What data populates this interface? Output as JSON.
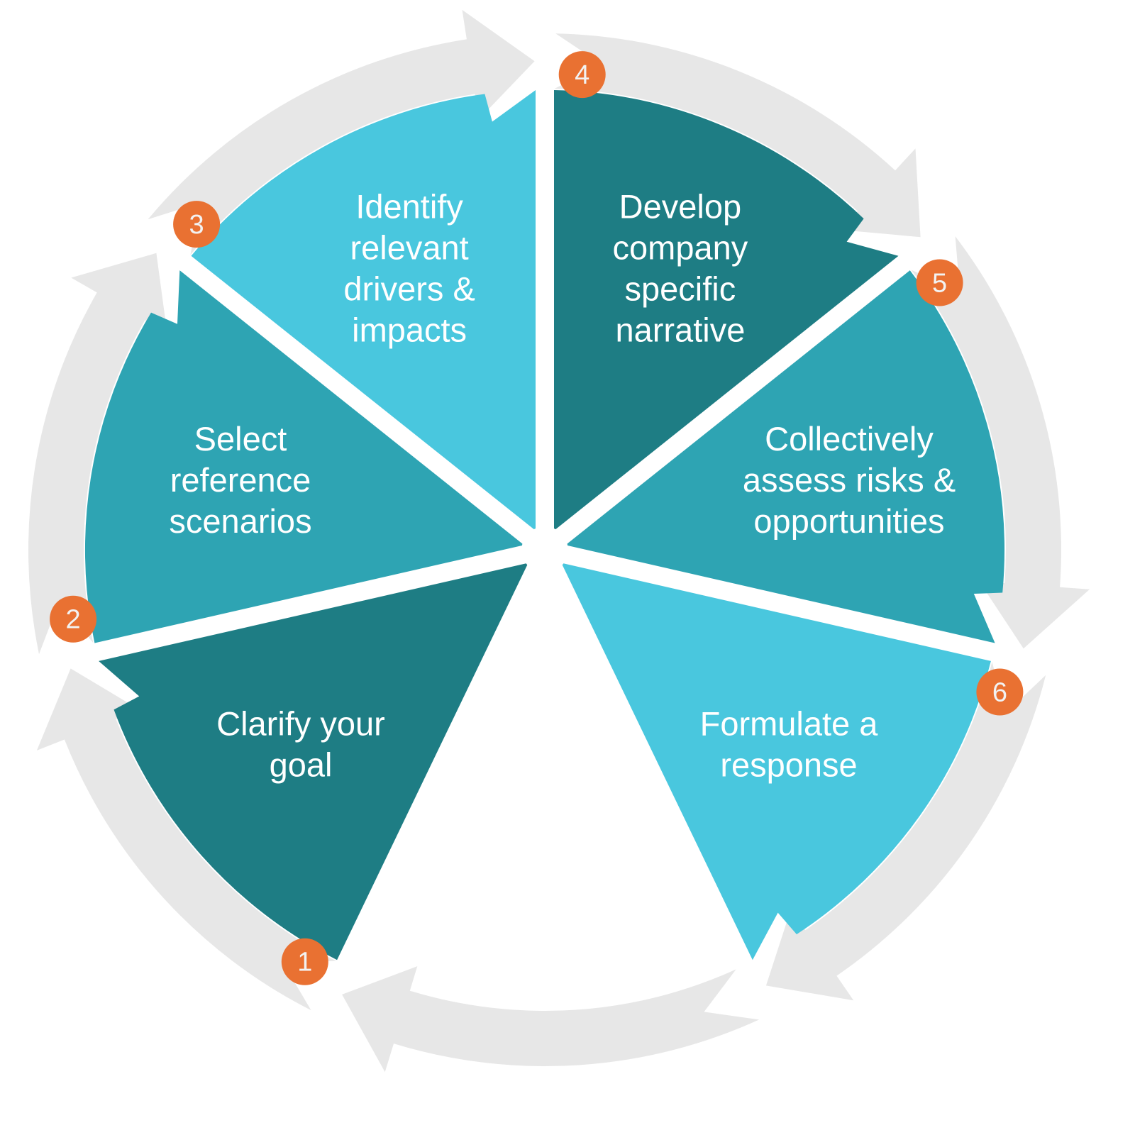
{
  "diagram": {
    "type": "circular-process-cycle",
    "direction": "clockwise",
    "colors": {
      "ring_arrow": "#e7e7e7",
      "badge": "#e97132",
      "badge_text": "#f2f2f2",
      "label_text": "#ffffff",
      "dark_teal": "#1e7d84",
      "mid_teal": "#2ea4b3",
      "light_cyan": "#49c7de",
      "background": "#ffffff"
    },
    "steps": [
      {
        "number": "1",
        "lines": [
          "Clarify your",
          "goal"
        ],
        "color": "#1e7d84"
      },
      {
        "number": "2",
        "lines": [
          "Select",
          "reference",
          "scenarios"
        ],
        "color": "#2ea4b3"
      },
      {
        "number": "3",
        "lines": [
          "Identify",
          "relevant",
          "drivers &",
          "impacts"
        ],
        "color": "#49c7de"
      },
      {
        "number": "4",
        "lines": [
          "Develop",
          "company",
          "specific",
          "narrative"
        ],
        "color": "#1e7d84"
      },
      {
        "number": "5",
        "lines": [
          "Collectively",
          "assess risks &",
          "opportunities"
        ],
        "color": "#2ea4b3"
      },
      {
        "number": "6",
        "lines": [
          "Formulate a",
          "response"
        ],
        "color": "#49c7de"
      }
    ]
  }
}
